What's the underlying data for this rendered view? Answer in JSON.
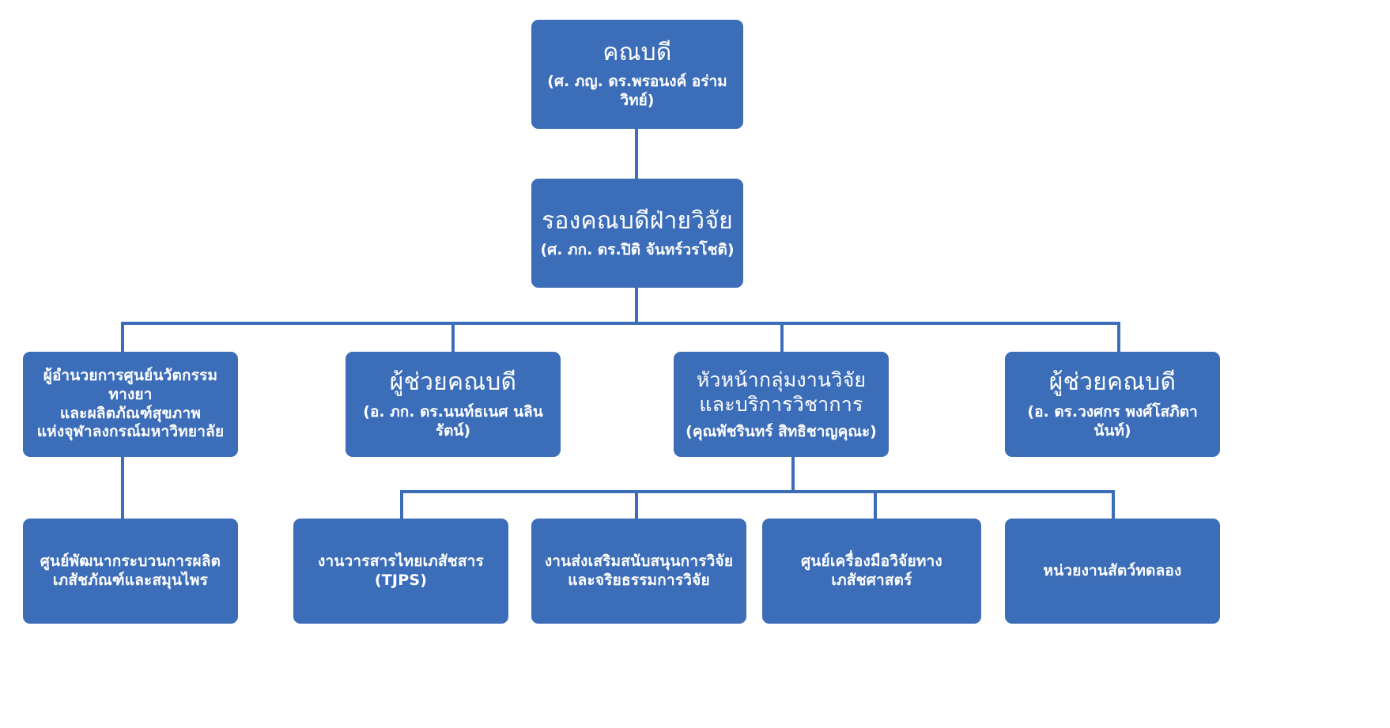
{
  "meta": {
    "accent_color": "#3C6DB8",
    "background_color": "#FFFFFF",
    "text_color": "#FFFFFF"
  },
  "chart_data": {
    "type": "diagram",
    "diagram_kind": "organization-chart",
    "orientation": "top-down",
    "levels": 4
  },
  "nodes": {
    "dean": {
      "title": "คณบดี",
      "subtitle": "(ศ. ภญ. ดร.พรอนงค์ อร่ามวิทย์)"
    },
    "associate_dean_research": {
      "title": "รองคณบดีฝ่ายวิจัย",
      "subtitle": "(ศ. ภก. ดร.ปิติ จันทร์วรโชติ)"
    },
    "director_innovation_center": {
      "title": "ผู้อำนวยการศูนย์นวัตกรรมทางยา\nและผลิตภัณฑ์สุขภาพ\nแห่งจุฬาลงกรณ์มหาวิทยาลัย",
      "subtitle": ""
    },
    "assistant_dean_1": {
      "title": "ผู้ช่วยคณบดี",
      "subtitle": "(อ. ภก. ดร.นนท์ธเนศ นลินรัตน์)"
    },
    "head_research_group": {
      "title": "หัวหน้ากลุ่มงานวิจัย\nและบริการวิชาการ",
      "subtitle": "(คุณพัชรินทร์ สิทธิชาญคุณะ)"
    },
    "assistant_dean_2": {
      "title": "ผู้ช่วยคณบดี",
      "subtitle": "(อ. ดร.วงศกร พงศ์โสภิตานันท์)"
    },
    "production_development_center": {
      "title": "ศูนย์พัฒนากระบวนการผลิต\nเภสัชภัณฑ์และสมุนไพร"
    },
    "tjps_journal": {
      "title": "งานวารสารไทยเภสัชสาร (TJPS)"
    },
    "research_support_ethics": {
      "title": "งานส่งเสริมสนับสนุนการวิจัย\nและจริยธรรมการวิจัย"
    },
    "pharma_research_instrument_center": {
      "title": "ศูนย์เครื่องมือวิจัยทางเภสัชศาสตร์"
    },
    "animal_lab_unit": {
      "title": "หน่วยงานสัตว์ทดลอง"
    }
  }
}
